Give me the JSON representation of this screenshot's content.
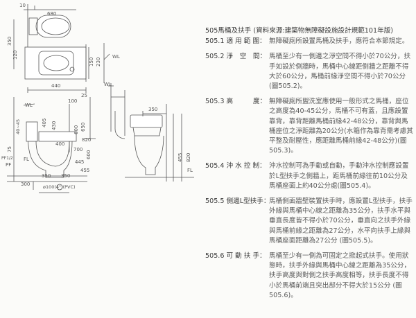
{
  "drawing": {
    "plan_dims": [
      "10",
      "680",
      "350",
      "120",
      "440",
      "25",
      "150",
      "230",
      "WL"
    ],
    "elev_labels": [
      "WL",
      "100",
      "40~45",
      "405",
      "430",
      "600",
      "650",
      "600",
      "FL",
      "PF",
      "75",
      "445",
      "350",
      "350",
      "300",
      "400",
      "700",
      "455",
      "820",
      "PF1/2",
      "ø100(4\")(PVC)",
      "WL",
      "FL"
    ]
  },
  "spec": {
    "title": "505馬桶及扶手 (資料來源:建築物無障礙設施設計規範101年版)",
    "items": [
      {
        "label": "505.1 適 用 範 圍：",
        "text": "無障礙廁所設置馬桶及扶手，應符合本節規定。"
      },
      {
        "label": "505.2 淨　空　間：",
        "text": "馬桶至少有一側邊之淨空間不得小於70公分，扶手如設於側牆時，馬桶中心線距側牆之距離不得大於60公分，馬桶前緣淨空間不得小於70公分 (圖505.2)。"
      },
      {
        "label": "505.3 高　　　度：",
        "text": "無障礙廁所盥洗室應使用一般形式之馬桶，座位之高度為40-45公分，馬桶不可有蓋，且應設置靠背，靠背距離馬桶前緣42-48公分，靠背與馬桶座位之淨距離為20公分(水箱作為靠背需考慮其平整及耐壓性，應距離馬桶前緣42-48公分)(圖505.3)。"
      },
      {
        "label": "505.4 沖 水 控 制：",
        "text": "沖水控制可為手動或自動，手動沖水控制應設置於L型扶手之側牆上，距馬桶前緣往前10公分及馬桶座面上約40公分處(圖505.4)。"
      },
      {
        "label": "505.5 側邊L型扶手：",
        "text": "馬桶側面牆壁裝置扶手時，應設置L型扶手，扶手外緣與馬桶中心線之距離為35公分，扶手水平與垂直長度皆不得小於70公分，垂直向之扶手外緣與馬桶前緣之距離為27公分，水平向扶手上緣與馬桶座面距離為27公分 (圖505.5)。"
      },
      {
        "label": "505.6 可 動 扶 手：",
        "text": "馬桶至少有一側為可固定之掀起式扶手。使用狀態時，扶手外緣與馬桶中心線之距離為35公分，扶手高度與對側之扶手高度相等，扶手長度不得小於馬桶前端且突出部分不得大於15公分 (圖505.6)。"
      }
    ]
  }
}
